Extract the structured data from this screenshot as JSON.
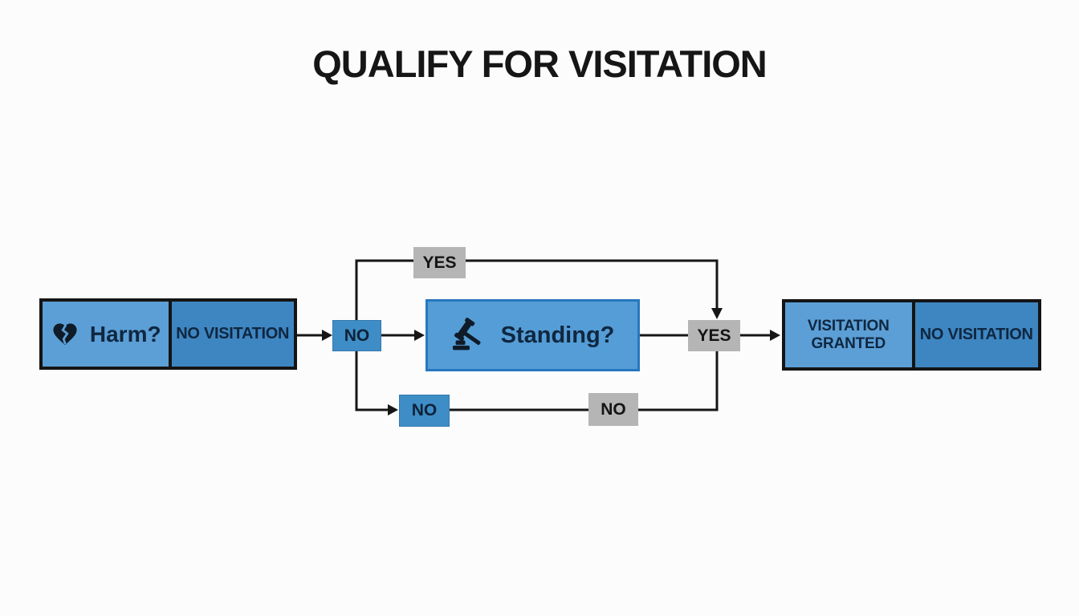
{
  "title": "QUALIFY FOR VISITATION",
  "colors": {
    "cell_light_blue": "#5C9FD6",
    "cell_dark_blue": "#3E86C2",
    "tag_blue": "#3E8DC6",
    "tag_gray": "#B5B5B5",
    "standing_fill": "#559DD6",
    "standing_border": "#2678BE",
    "line_black": "#161616",
    "group_border": "#141414",
    "text_navy": "#0F2740",
    "background": "#FCFCFC"
  },
  "flowchart": {
    "harm_group": {
      "icon": "broken-heart-icon",
      "question": "Harm?",
      "outcome": "NO VISITATION"
    },
    "standing_group": {
      "icon": "gavel-icon",
      "question": "Standing?"
    },
    "result_group": {
      "granted": "VISITATION GRANTED",
      "denied": "NO VISITATION"
    },
    "connectors": {
      "no_from_harm": "NO",
      "yes_top": "YES",
      "yes_to_result": "YES",
      "no_bottom_left": "NO",
      "no_bottom_right": "NO"
    }
  }
}
